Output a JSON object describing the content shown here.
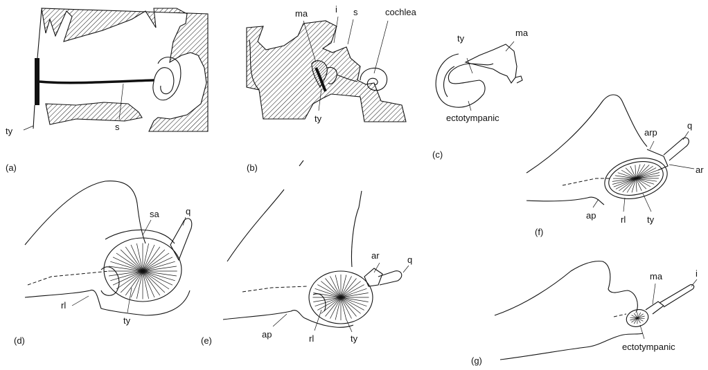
{
  "panels": [
    {
      "id": "a",
      "caption": "(a)",
      "labels": {
        "ty": "ty",
        "s": "s"
      }
    },
    {
      "id": "b",
      "caption": "(b)",
      "labels": {
        "ma": "ma",
        "i": "i",
        "s": "s",
        "cochlea": "cochlea",
        "ty": "ty"
      }
    },
    {
      "id": "c",
      "caption": "(c)",
      "labels": {
        "ty": "ty",
        "ma": "ma",
        "ecto": "ectotympanic"
      }
    },
    {
      "id": "d",
      "caption": "(d)",
      "labels": {
        "sa": "sa",
        "q": "q",
        "rl": "rl",
        "ty": "ty"
      }
    },
    {
      "id": "e",
      "caption": "(e)",
      "labels": {
        "ar": "ar",
        "q": "q",
        "ap": "ap",
        "rl": "rl",
        "ty": "ty"
      }
    },
    {
      "id": "f",
      "caption": "(f)",
      "labels": {
        "arp": "arp",
        "q": "q",
        "ar": "ar",
        "ap": "ap",
        "rl": "rl",
        "ty": "ty"
      }
    },
    {
      "id": "g",
      "caption": "(g)",
      "labels": {
        "ma": "ma",
        "i": "i",
        "ecto": "ectotympanic"
      }
    }
  ]
}
